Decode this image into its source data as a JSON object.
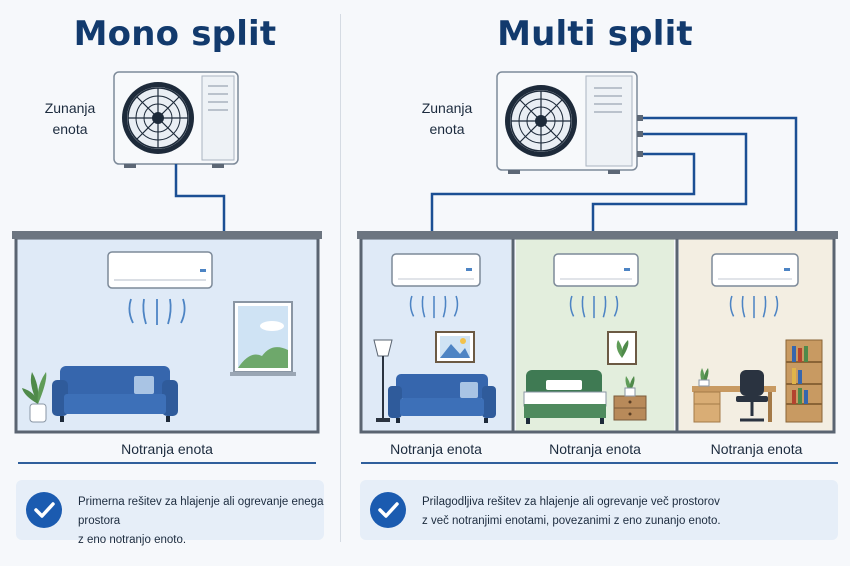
{
  "mono": {
    "title": "Mono split",
    "outdoor_label_line1": "Zunanja",
    "outdoor_label_line2": "enota",
    "indoor_label": "Notranja enota",
    "note_line1": "Primerna rešitev za hlajenje ali ogrevanje enega prostora",
    "note_line2": "z eno notranjo enoto."
  },
  "multi": {
    "title": "Multi split",
    "outdoor_label_line1": "Zunanja",
    "outdoor_label_line2": "enota",
    "indoor_labels": [
      "Notranja enota",
      "Notranja enota",
      "Notranja enota"
    ],
    "note_line1": "Prilagodljiva rešitev za hlajenje ali ogrevanje več prostorov",
    "note_line2": "z več notranjimi enotami, povezanimi z eno zunanjo enoto."
  },
  "colors": {
    "title": "#123a6d",
    "pipe": "#1b4f94",
    "accent": "#1b5bb0",
    "room_blue": "#dfeaf7",
    "room_green": "#e3eedd",
    "room_beige": "#f3eee2",
    "sofa": "#3666ad"
  }
}
